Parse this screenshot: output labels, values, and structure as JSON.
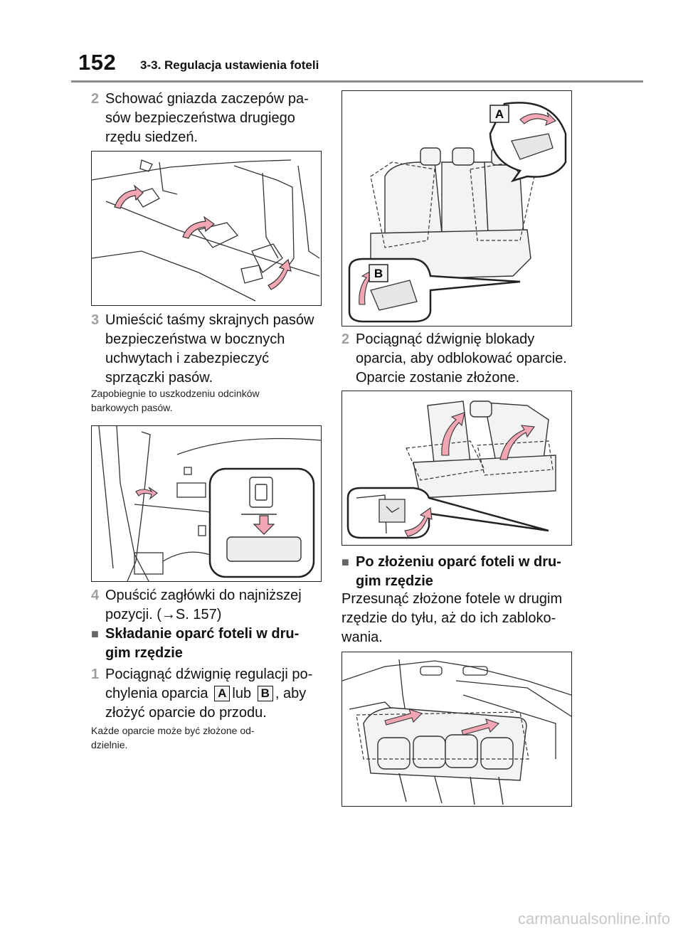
{
  "header": {
    "page_number": "152",
    "section_title": "3-3. Regulacja ustawienia foteli"
  },
  "left_column": {
    "step2": {
      "number": "2",
      "text": "Schować gniazda zaczepów pa-\nsów bezpieczeństwa drugiego\nrzędu siedzeń."
    },
    "step3": {
      "number": "3",
      "text": "Umieścić taśmy skrajnych pasów\nbezpieczeństwa w bocznych\nuchwytach i zabezpieczyć\nsprzączki pasów."
    },
    "note3": "Zapobiegnie to uszkodzeniu odcinków\nbarkowych pasów.",
    "step4": {
      "number": "4",
      "text": "Opuścić zagłówki do najniższej\npozycji. (→S. 157)"
    },
    "heading_folding": "Składanie oparć foteli w dru-\ngim rzędzie",
    "step1": {
      "number": "1",
      "line1": "Pociągnąć dźwignię regulacji po-",
      "line2_a": "chylenia oparcia",
      "badge_a": "A",
      "line2_b": "lub",
      "badge_b": "B",
      "line2_c": ", aby",
      "line3": "złożyć oparcie do przodu."
    },
    "note1": "Każde oparcie może być złożone od-\ndzielnie."
  },
  "right_column": {
    "callout_a": "A",
    "callout_b": "B",
    "step2": {
      "number": "2",
      "text": "Pociągnąć dźwignię blokady\noparcia, aby odblokować oparcie.\nOparcie zostanie złożone."
    },
    "heading_after": "Po złożeniu oparć foteli w dru-\ngim rzędzie",
    "para_after": "Przesunąć złożone fotele w drugim\nrzędzie do tyłu, aż do ich zabloko-\nwania."
  },
  "colors": {
    "arrow_pink": "#f2a6b3",
    "rule_gray": "#8c8c8c",
    "step_num_gray": "#a0a0a0"
  },
  "watermark": "carmanualsonline.info"
}
